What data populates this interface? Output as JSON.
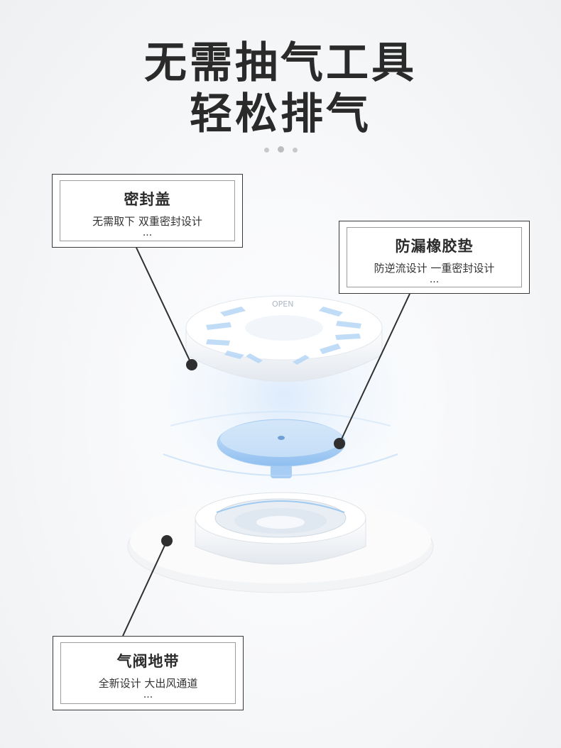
{
  "heading": {
    "line1": "无需抽气工具",
    "line2": "轻松排气"
  },
  "carousel": {
    "count": 3,
    "active": 1
  },
  "callouts": [
    {
      "title": "密封盖",
      "desc": "无需取下 双重密封设计",
      "more": "..."
    },
    {
      "title": "防漏橡胶垫",
      "desc": "防逆流设计 一重密封设计",
      "more": "..."
    },
    {
      "title": "气阀地带",
      "desc": "全新设计 大出风通道",
      "more": "..."
    }
  ],
  "product_marks": {
    "lid_text": "OPEN"
  },
  "colors": {
    "accent_blue": "#7fb4ea",
    "text_dark": "#2b2b2b",
    "line": "#2f2f2f"
  }
}
